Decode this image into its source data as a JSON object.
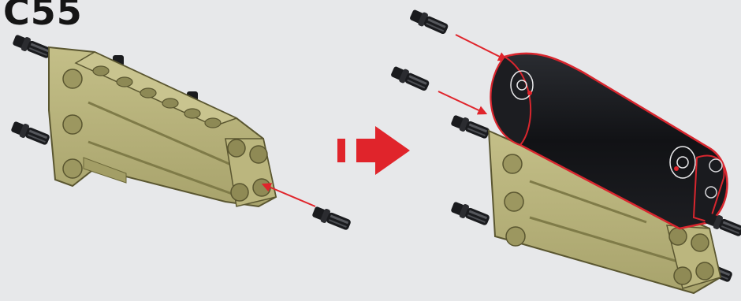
{
  "step": {
    "label": "C55"
  },
  "colors": {
    "background": "#e7e8ea",
    "panel_tan": "#b7b27a",
    "panel_dark": "#8d8955",
    "panel_outline": "#5a5630",
    "arrow_red": "#e0242b",
    "black_part": "#121316",
    "highlight_outline": "#d8262e"
  },
  "parts": [
    {
      "name": "tan-wing-panel-left",
      "icon": "tan-panel-icon"
    },
    {
      "name": "tan-wing-panel-right",
      "icon": "tan-panel-icon"
    },
    {
      "name": "black-cylinder-panel",
      "icon": "black-panel-icon"
    },
    {
      "name": "axle-pin",
      "icon": "pin-icon"
    }
  ]
}
